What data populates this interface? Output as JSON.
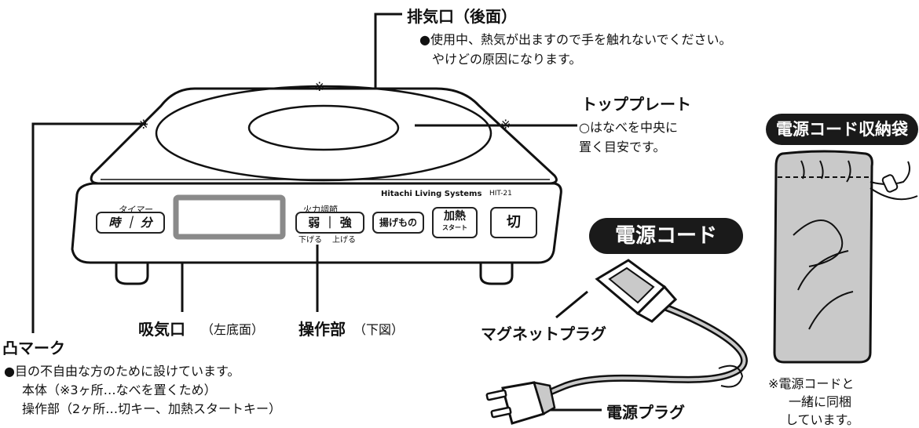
{
  "labels": {
    "exhaust": {
      "title": "排気口（後面）",
      "desc1": "●使用中、熱気が出ますので手を触れないでください。",
      "desc2": "やけどの原因になります。"
    },
    "top_plate": {
      "title": "トッププレート",
      "desc1": "○はなべを中央に",
      "desc2": "置く目安です。"
    },
    "intake": {
      "title": "吸気口",
      "sub": "（左底面）"
    },
    "controls": {
      "title": "操作部",
      "sub": "（下図）"
    },
    "bump": {
      "title": "凸マーク",
      "desc1": "●目の不自由な方のために設けています。",
      "desc2": "本体（※3ヶ所…なべを置くため）",
      "desc3": "操作部（2ヶ所…切キー、加熱スタートキー）"
    },
    "cord_badge": "電源コード",
    "magnet_plug": "マグネットプラグ",
    "power_plug": "電源プラグ",
    "bag_badge": "電源コード収納袋",
    "bag_note1": "※電源コードと",
    "bag_note2": "一緒に同梱",
    "bag_note3": "しています。",
    "mark": "※"
  },
  "device": {
    "brand": "Hitachi Living Systems",
    "model": "HIT-21",
    "timer_label": "タイマー",
    "timer_key": "時 ｜ 分",
    "power_label": "火力調節",
    "power_key": "弱 ｜ 強",
    "power_down": "下げる",
    "power_up": "上げる",
    "fry_key": "揚げもの",
    "heat_key_main": "加熱",
    "heat_key_sub": "スタート",
    "off_key": "切"
  },
  "colors": {
    "ink": "#111111",
    "badge_bg": "#1a1a1a",
    "bag_fill": "#c9c9c9",
    "display": "#8a8a8a"
  }
}
